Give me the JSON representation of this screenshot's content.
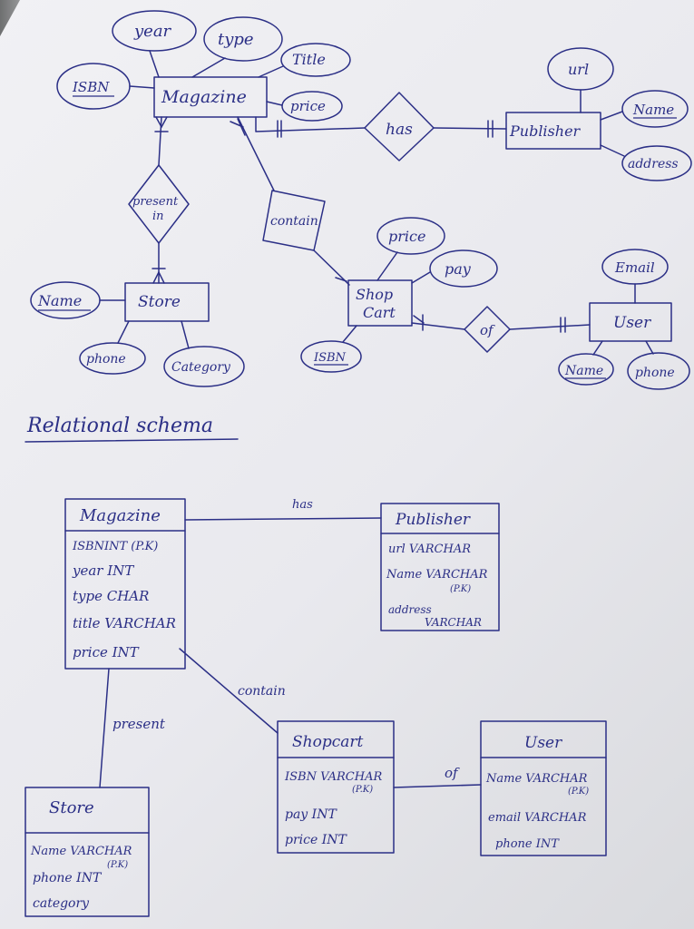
{
  "er": {
    "entities": {
      "magazine": "Magazine",
      "publisher": "Publisher",
      "store": "Store",
      "shop_cart_line1": "Shop",
      "shop_cart_line2": "Cart",
      "user": "User"
    },
    "relationships": {
      "has": "has",
      "present_line1": "present",
      "present_line2": "in",
      "contain": "contain",
      "of": "of"
    },
    "attributes": {
      "year": "year",
      "type": "type",
      "title": "Title",
      "isbn": "ISBN",
      "price": "price",
      "url": "url",
      "pub_name": "Name",
      "address": "address",
      "store_name": "Name",
      "phone": "phone",
      "category": "Category",
      "cart_price": "price",
      "pay": "pay",
      "cart_isbn": "ISBN",
      "email": "Email",
      "user_name": "Name",
      "user_phone": "phone"
    }
  },
  "schema": {
    "heading": "Relational schema",
    "magazine": {
      "title": "Magazine",
      "rows": [
        "ISBNINT (P.K)",
        "year INT",
        "type CHAR",
        "title VARCHAR",
        "price INT"
      ]
    },
    "publisher": {
      "title": "Publisher",
      "rows": [
        "url VARCHAR",
        "Name VARCHAR",
        "(P.K)",
        "address",
        "VARCHAR"
      ]
    },
    "shopcart": {
      "title": "Shopcart",
      "rows": [
        "ISBN VARCHAR",
        "(P.K)",
        "pay INT",
        "price INT"
      ]
    },
    "user": {
      "title": "User",
      "rows": [
        "Name VARCHAR",
        "(P.K)",
        "email VARCHAR",
        "phone INT"
      ]
    },
    "store": {
      "title": "Store",
      "rows": [
        "Name VARCHAR",
        "(P.K)",
        "phone INT",
        "category"
      ]
    },
    "links": {
      "has": "has",
      "contain": "contain",
      "present": "present",
      "of": "of"
    }
  },
  "colors": {
    "ink": "#2b2f86",
    "paper": "#eeeef2",
    "background": "#7d7f80"
  }
}
